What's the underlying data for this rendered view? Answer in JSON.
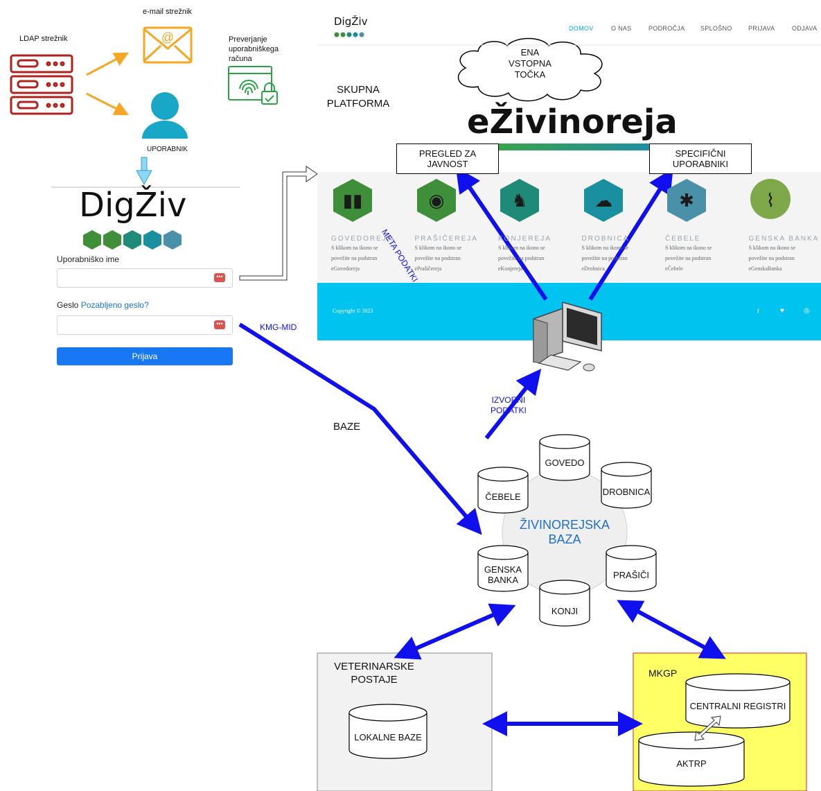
{
  "auth": {
    "ldap_label": "LDAP strežnik",
    "email_label": "e-mail strežnik",
    "verify_label": [
      "Preverjanje",
      "uporabniškega",
      "računa"
    ],
    "user_label": "UPORABNIK"
  },
  "login": {
    "logo_text": "DigŽiv",
    "username_label": "Uporabniško ime",
    "password_label": "Geslo",
    "forgot_link": "Pozabljeno geslo?",
    "submit_label": "Prijava",
    "key_glyph": "•••"
  },
  "platform": {
    "label_line1": "SKUPNA",
    "label_line2": "PLATFORMA",
    "cloud_lines": [
      "ENA",
      "VSTOPNA",
      "TOČKA"
    ],
    "title": "eŽivinoreja",
    "public_box": [
      "PREGLED ZA",
      "JAVNOST"
    ],
    "specific_box": [
      "SPECIFIČNI",
      "UPORABNIKI"
    ],
    "meta_label": "META PODATKI",
    "source_label": [
      "IZVORNI",
      "PODATKI"
    ],
    "kmg_label": "KMG-MID",
    "bases_label": "BAZE"
  },
  "website": {
    "logo_text": "DigŽiv",
    "nav": [
      "DOMOV",
      "O NAS",
      "PODROČJA",
      "SPLOŠNO",
      "PRIJAVA",
      "ODJAVA"
    ],
    "active_nav": 0,
    "tiles": [
      {
        "title": "GOVEDOREJA",
        "desc": [
          "S klikom na ikono se",
          "povežite na podstran",
          "eGovedoreja"
        ],
        "color": "#3f8f3a",
        "icon": "cow-icon"
      },
      {
        "title": "PRAŠIČEREJA",
        "desc": [
          "S klikom na ikono se",
          "povežite na podstran",
          "ePrašičereja"
        ],
        "color": "#3f8f3a",
        "icon": "pig-icon"
      },
      {
        "title": "KONJEREJA",
        "desc": [
          "S klikom na ikono se",
          "povežite na podstran",
          "eKonjereja"
        ],
        "color": "#1f8a78",
        "icon": "horse-icon"
      },
      {
        "title": "DROBNICA",
        "desc": [
          "S klikom na ikono se",
          "povežite na podstran",
          "eDrobnica"
        ],
        "color": "#1a8fa0",
        "icon": "sheep-icon"
      },
      {
        "title": "ČEBELE",
        "desc": [
          "S klikom na ikono se",
          "povežite na podstran",
          "eČebele"
        ],
        "color": "#4a90a8",
        "icon": "bee-icon"
      },
      {
        "title": "GENSKA BANKA",
        "desc": [
          "S klikom na ikono se",
          "povežite na podstran",
          "eGenskaBanka"
        ],
        "color": "#7fa84a",
        "icon": "dna-icon"
      }
    ],
    "footer_copyright": "Copyright © 2023",
    "footer_color": "#00c3f0",
    "accent_color": "#00aeef"
  },
  "database": {
    "center": [
      "ŽIVINOREJSKA",
      "BAZA"
    ],
    "center_color": "#1f6fd1",
    "nodes": [
      {
        "label": [
          "GOVEDO"
        ]
      },
      {
        "label": [
          "DROBNICA"
        ]
      },
      {
        "label": [
          "PRAŠIČI"
        ]
      },
      {
        "label": [
          "KONJI"
        ]
      },
      {
        "label": [
          "GENSKA",
          "BANKA"
        ]
      },
      {
        "label": [
          "ČEBELE"
        ]
      }
    ]
  },
  "veterinary": {
    "title": [
      "VETERINARSKE",
      "POSTAJE"
    ],
    "db": "LOKALNE BAZE"
  },
  "mkgp": {
    "title": "MKGP",
    "db1": "CENTRALNI REGISTRI",
    "db2": "AKTRP",
    "bg_color": "#ffff66",
    "border_color": "#e02020"
  },
  "colors": {
    "arrow_blue": "#1010ee",
    "arrow_orange": "#f5a623",
    "server_red": "#b0201c",
    "user_cyan": "#19a7c8"
  }
}
